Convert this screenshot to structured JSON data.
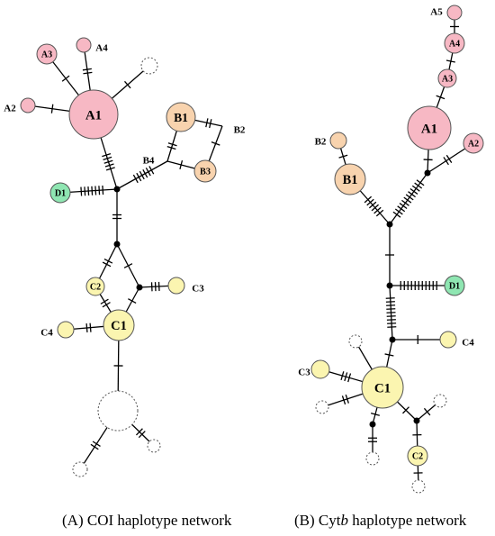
{
  "colors": {
    "A": "#f7b8c4",
    "B": "#f8d3ae",
    "C": "#fbf5b0",
    "D": "#8fe6b2",
    "missing": "#ffffff",
    "median": "#000000"
  },
  "captions": {
    "a": "(A) COI haplotype network",
    "b_prefix": "(B) Cyt",
    "b_italic": "b",
    "b_suffix": " haplotype network"
  },
  "networks": [
    {
      "id": "coi",
      "nodes": [
        {
          "id": "A1",
          "label": "A1",
          "group": "A",
          "labelInside": true
        },
        {
          "id": "A2",
          "label": "A2",
          "group": "A",
          "labelInside": false
        },
        {
          "id": "A3",
          "label": "A3",
          "group": "A",
          "labelInside": true
        },
        {
          "id": "A4",
          "label": "A4",
          "group": "A",
          "labelInside": false
        },
        {
          "id": "B1",
          "label": "B1",
          "group": "B",
          "labelInside": true
        },
        {
          "id": "B2",
          "label": "B2",
          "group": "B",
          "labelInside": false
        },
        {
          "id": "B3",
          "label": "B3",
          "group": "B",
          "labelInside": true
        },
        {
          "id": "B4",
          "label": "B4",
          "group": "B",
          "labelInside": false
        },
        {
          "id": "C1",
          "label": "C1",
          "group": "C",
          "labelInside": true
        },
        {
          "id": "C2",
          "label": "C2",
          "group": "C",
          "labelInside": true
        },
        {
          "id": "C3",
          "label": "C3",
          "group": "C",
          "labelInside": false
        },
        {
          "id": "C4",
          "label": "C4",
          "group": "C",
          "labelInside": false
        },
        {
          "id": "D1",
          "label": "D1",
          "group": "D",
          "labelInside": true
        },
        {
          "id": "m1",
          "label": "",
          "group": "median"
        },
        {
          "id": "m2",
          "label": "",
          "group": "median"
        },
        {
          "id": "m3",
          "label": "",
          "group": "median"
        },
        {
          "id": "x1",
          "label": "",
          "group": "missing"
        },
        {
          "id": "x2",
          "label": "",
          "group": "missing"
        },
        {
          "id": "x3",
          "label": "",
          "group": "missing"
        },
        {
          "id": "x4",
          "label": "",
          "group": "missing"
        }
      ],
      "edges": [
        {
          "from": "A1",
          "to": "A2",
          "mutations": 1
        },
        {
          "from": "A1",
          "to": "A3",
          "mutations": 1
        },
        {
          "from": "A1",
          "to": "A4",
          "mutations": 2
        },
        {
          "from": "A1",
          "to": "x1",
          "mutations": 1
        },
        {
          "from": "A1",
          "to": "m1",
          "mutations": 5
        },
        {
          "from": "m1",
          "to": "D1",
          "mutations": 7
        },
        {
          "from": "m1",
          "to": "B4",
          "mutations": 6
        },
        {
          "from": "B4",
          "to": "B1",
          "mutations": 2
        },
        {
          "from": "B4",
          "to": "B3",
          "mutations": 1
        },
        {
          "from": "B1",
          "to": "B2",
          "mutations": 2
        },
        {
          "from": "B2",
          "to": "B3",
          "mutations": 1
        },
        {
          "from": "m1",
          "to": "m2",
          "mutations": 2
        },
        {
          "from": "m2",
          "to": "C2",
          "mutations": 2
        },
        {
          "from": "m2",
          "to": "m3",
          "mutations": 1
        },
        {
          "from": "m3",
          "to": "C3",
          "mutations": 3
        },
        {
          "from": "C2",
          "to": "C1",
          "mutations": 2
        },
        {
          "from": "m3",
          "to": "C1",
          "mutations": 1
        },
        {
          "from": "C1",
          "to": "C4",
          "mutations": 2
        },
        {
          "from": "C1",
          "to": "x2",
          "mutations": 1
        },
        {
          "from": "x2",
          "to": "x3",
          "mutations": 2
        },
        {
          "from": "x2",
          "to": "x4",
          "mutations": 2
        }
      ]
    },
    {
      "id": "cytb",
      "nodes": [
        {
          "id": "A1",
          "label": "A1",
          "group": "A",
          "labelInside": true
        },
        {
          "id": "A2",
          "label": "A2",
          "group": "A",
          "labelInside": true
        },
        {
          "id": "A3",
          "label": "A3",
          "group": "A",
          "labelInside": true
        },
        {
          "id": "A4",
          "label": "A4",
          "group": "A",
          "labelInside": true
        },
        {
          "id": "A5",
          "label": "A5",
          "group": "A",
          "labelInside": false
        },
        {
          "id": "B1",
          "label": "B1",
          "group": "B",
          "labelInside": true
        },
        {
          "id": "B2",
          "label": "B2",
          "group": "B",
          "labelInside": false
        },
        {
          "id": "C1",
          "label": "C1",
          "group": "C",
          "labelInside": true
        },
        {
          "id": "C2",
          "label": "C2",
          "group": "C",
          "labelInside": true
        },
        {
          "id": "C3",
          "label": "C3",
          "group": "C",
          "labelInside": false
        },
        {
          "id": "C4",
          "label": "C4",
          "group": "C",
          "labelInside": false
        },
        {
          "id": "D1",
          "label": "D1",
          "group": "D",
          "labelInside": true
        },
        {
          "id": "n1",
          "label": "",
          "group": "median"
        },
        {
          "id": "n2",
          "label": "",
          "group": "median"
        },
        {
          "id": "n3",
          "label": "",
          "group": "median"
        },
        {
          "id": "n4",
          "label": "",
          "group": "median"
        },
        {
          "id": "n5",
          "label": "",
          "group": "median"
        },
        {
          "id": "n6",
          "label": "",
          "group": "median"
        },
        {
          "id": "y1",
          "label": "",
          "group": "missing"
        },
        {
          "id": "y2",
          "label": "",
          "group": "missing"
        },
        {
          "id": "y3",
          "label": "",
          "group": "missing"
        },
        {
          "id": "y4",
          "label": "",
          "group": "missing"
        },
        {
          "id": "y5",
          "label": "",
          "group": "missing"
        }
      ],
      "edges": [
        {
          "from": "A5",
          "to": "A4",
          "mutations": 1
        },
        {
          "from": "A4",
          "to": "A3",
          "mutations": 1
        },
        {
          "from": "A3",
          "to": "A1",
          "mutations": 1
        },
        {
          "from": "A1",
          "to": "n1",
          "mutations": 1
        },
        {
          "from": "n1",
          "to": "A2",
          "mutations": 2
        },
        {
          "from": "n1",
          "to": "n2",
          "mutations": 12
        },
        {
          "from": "n2",
          "to": "B1",
          "mutations": 6
        },
        {
          "from": "B1",
          "to": "B2",
          "mutations": 1
        },
        {
          "from": "n2",
          "to": "n3",
          "mutations": 1
        },
        {
          "from": "n3",
          "to": "D1",
          "mutations": 11
        },
        {
          "from": "n3",
          "to": "n4",
          "mutations": 9
        },
        {
          "from": "n4",
          "to": "C4",
          "mutations": 1
        },
        {
          "from": "n4",
          "to": "C1",
          "mutations": 1
        },
        {
          "from": "C1",
          "to": "y1",
          "mutations": 0
        },
        {
          "from": "C1",
          "to": "C3",
          "mutations": 3
        },
        {
          "from": "C1",
          "to": "y2",
          "mutations": 2
        },
        {
          "from": "C1",
          "to": "n5",
          "mutations": 1
        },
        {
          "from": "n5",
          "to": "y3",
          "mutations": 2
        },
        {
          "from": "C1",
          "to": "n6",
          "mutations": 1
        },
        {
          "from": "n6",
          "to": "y4",
          "mutations": 1
        },
        {
          "from": "n6",
          "to": "C2",
          "mutations": 1
        },
        {
          "from": "C2",
          "to": "y5",
          "mutations": 1
        }
      ]
    }
  ]
}
